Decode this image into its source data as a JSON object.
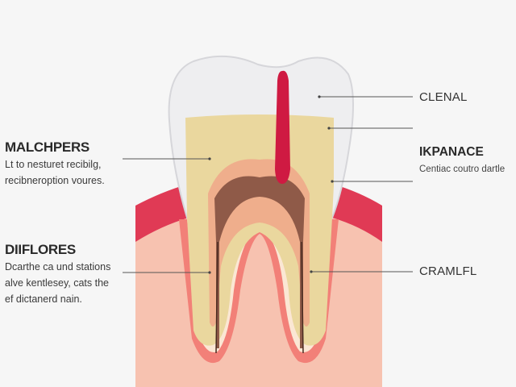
{
  "diagram": {
    "type": "tooth cross-section anatomy",
    "colors": {
      "background": "#f6f6f6",
      "enamel": "#eeeef0",
      "enamel_edge": "#d6d6da",
      "dentin": "#ead79e",
      "pulp_outer": "#efae8c",
      "pulp_inner": "#8f5a48",
      "pulp_horn": "#cf1a42",
      "gum": "#e03a55",
      "bone": "#f7c2b0",
      "root_outline": "#f28078",
      "cementum": "#fbe7d4",
      "leader_line": "#555555"
    }
  },
  "labels": {
    "left_top": {
      "title": "MALCHPERS",
      "lines": [
        "Lt to nesturet recibilg,",
        "recibneroption voures."
      ]
    },
    "left_bottom": {
      "title": "DIIFLORES",
      "lines": [
        "Dcarthe ca und stations",
        "alve kentlesey, cats the",
        "ef dictanerd nain."
      ]
    },
    "right_top": {
      "title": "CLENAL"
    },
    "right_middle": {
      "title": "IKPANACE",
      "subtitle": "Centiac coutro dartle"
    },
    "right_bottom": {
      "title": "CRAMLFL"
    }
  }
}
